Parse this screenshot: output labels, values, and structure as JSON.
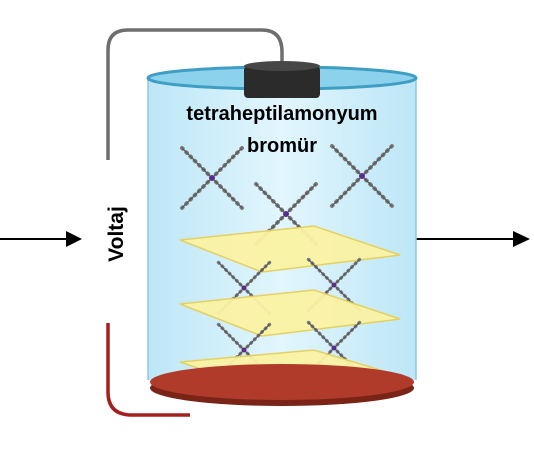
{
  "labels": {
    "compound_line1": "tetraheptilamonyum",
    "compound_line2": "bromür",
    "voltage": "Voltaj"
  },
  "colors": {
    "liquid": "#cdeefb",
    "cylinder_edge": "#8fc9e0",
    "top_rim": "#3f9ec4",
    "cap": "#2b2b2b",
    "bottom_electrode": "#b13b2a",
    "sheet": "#fbf3a4",
    "sheet_edge": "#e7cf5a",
    "wire_top": "#6e6e6e",
    "wire_bottom": "#a32020",
    "molecule": "#6b6b6b",
    "molecule_center": "#5a2d8a"
  },
  "icons": [
    "arrow-in-icon",
    "arrow-out-icon",
    "molecule-icon",
    "electrode-cap-icon"
  ]
}
